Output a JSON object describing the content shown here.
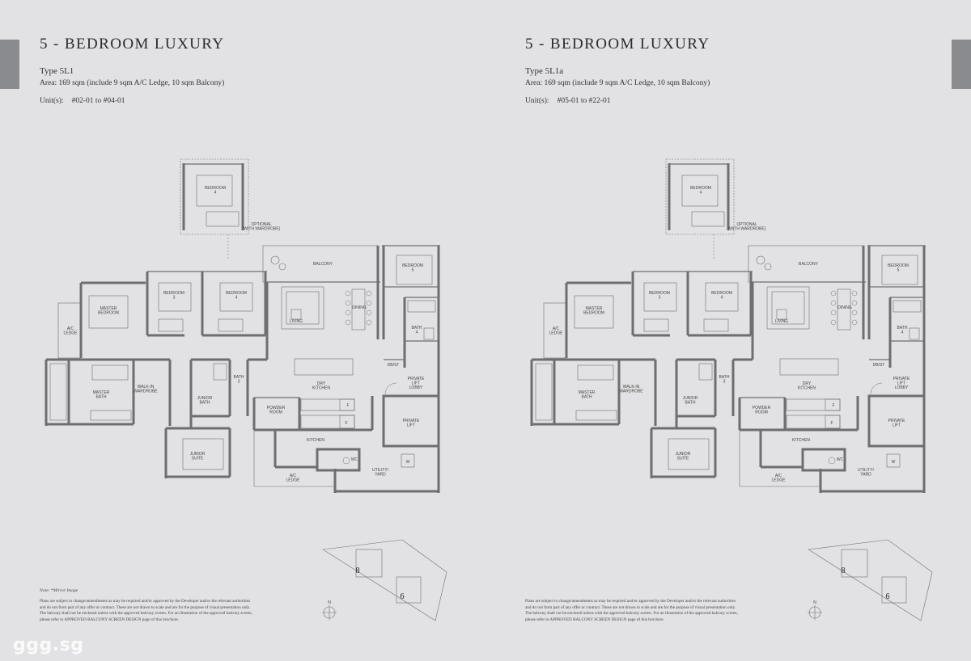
{
  "pages": [
    {
      "title": "5 - BEDROOM LUXURY",
      "type": "Type 5L1",
      "area": "Area: 169 sqm (include 9 sqm A/C Ledge, 10 sqm Balcony)",
      "units_label": "Unit(s):",
      "units_value": "#02-01 to #04-01",
      "note": "Note: *Mirror Image",
      "disclaimer": [
        "Plans are subject to change/amendments as may be required and/or approved by the Developer and/or the relevant authorities",
        "and do not form part of any offer or contract. These are not drawn to scale and are for the purpose of visual presentation only.",
        "The balcony shall not be enclosed unless with the approved balcony screen. For an illustration of the approved balcony screen,",
        "please refer to APPROVED BALCONY SCREEN DESIGN page of this brochure."
      ]
    },
    {
      "title": "5 - BEDROOM LUXURY",
      "type": "Type 5L1a",
      "area": "Area: 169 sqm (include 9 sqm A/C Ledge, 10 sqm Balcony)",
      "units_label": "Unit(s):",
      "units_value": "#05-01 to #22-01",
      "disclaimer": [
        "Plans are subject to change/amendments as may be required and/or approved by the Developer and/or the relevant authorities",
        "and do not form part of any offer or contract. These are not drawn to scale and are for the purpose of visual presentation only.",
        "The balcony shall not be enclosed unless with the approved balcony screen. For an illustration of the approved balcony screen,",
        "please refer to APPROVED BALCONY SCREEN DESIGN page of this brochure."
      ]
    }
  ],
  "rooms": {
    "bedroom_4_top": [
      "BEDROOM",
      "4"
    ],
    "optional": [
      "OPTIONAL",
      "(WITH WARDROBE)"
    ],
    "balcony": "BALCONY",
    "bedroom_5": [
      "BEDROOM",
      "5"
    ],
    "bedroom_3": [
      "BEDROOM",
      "3"
    ],
    "bedroom_4": [
      "BEDROOM",
      "4"
    ],
    "master_bedroom": [
      "MASTER",
      "BEDROOM"
    ],
    "living": "LIVING",
    "dining": "DINING",
    "bath_4": [
      "BATH",
      "4"
    ],
    "ac_ledge_left": [
      "A/C",
      "LEDGE"
    ],
    "db_st": "DB/ST",
    "private_lift_lobby": [
      "PRIVATE",
      "LIFT",
      "LOBBY"
    ],
    "master_bath": [
      "MASTER",
      "BATH"
    ],
    "walk_in_wardrobe": [
      "WALK-IN",
      "WARDROBE"
    ],
    "bath_3": [
      "BATH",
      "3"
    ],
    "junior_bath": [
      "JUNIOR",
      "BATH"
    ],
    "dry_kitchen": [
      "DRY",
      "KITCHEN"
    ],
    "powder_room": [
      "POWDER",
      "ROOM"
    ],
    "fridge": "F",
    "private_lift": [
      "PRIVATE",
      "LIFT"
    ],
    "kitchen": "KITCHEN",
    "junior_suite": [
      "JUNIOR",
      "SUITE"
    ],
    "wc": "WC",
    "washer": "W",
    "ac_ledge_bottom": [
      "A/C",
      "LEDGE"
    ],
    "utility_yard": [
      "UTILITY/",
      "YARD"
    ]
  },
  "key_plan": {
    "north": "N",
    "block_8": "8",
    "block_6": "6"
  },
  "watermark": "ggg.sg",
  "colors": {
    "background": "#e2e2e4",
    "tab": "#8a8b8e",
    "wall": "#6e6e70"
  }
}
